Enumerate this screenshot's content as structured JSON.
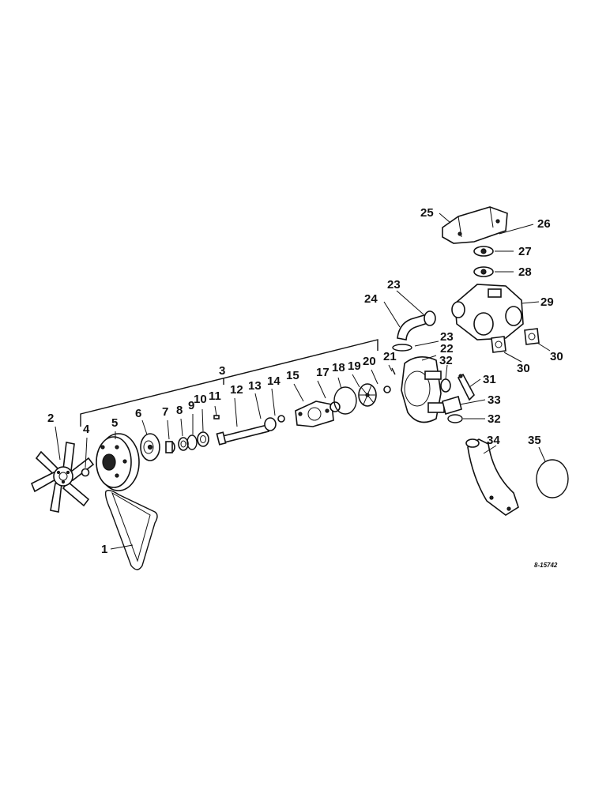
{
  "figure_id": "8-15742",
  "callouts": {
    "c1": "1",
    "c2": "2",
    "c3": "3",
    "c4": "4",
    "c5": "5",
    "c6": "6",
    "c7": "7",
    "c8": "8",
    "c9": "9",
    "c10": "10",
    "c11": "11",
    "c12": "12",
    "c13": "13",
    "c14": "14",
    "c15": "15",
    "c17": "17",
    "c18": "18",
    "c19": "19",
    "c20": "20",
    "c21": "21",
    "c22": "22",
    "c23a": "23",
    "c23b": "23",
    "c24": "24",
    "c25": "25",
    "c26": "26",
    "c27": "27",
    "c28": "28",
    "c29": "29",
    "c30a": "30",
    "c30b": "30",
    "c31": "31",
    "c32a": "32",
    "c32b": "32",
    "c33": "33",
    "c34": "34",
    "c35": "35"
  }
}
